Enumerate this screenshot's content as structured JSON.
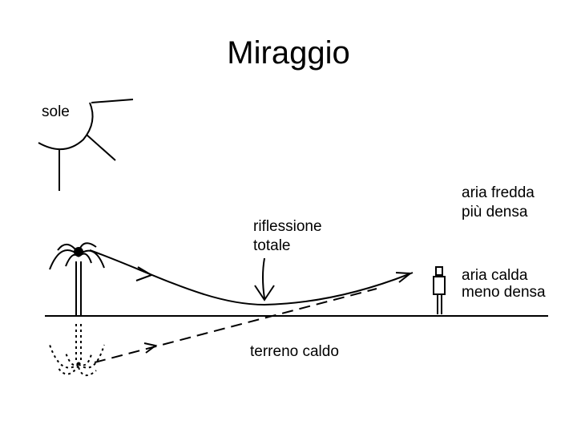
{
  "title": "Miraggio",
  "labels": {
    "sun": "sole",
    "reflection_line1": "riflessione",
    "reflection_line2": "totale",
    "cold_air_line1": "aria fredda",
    "cold_air_line2": "più densa",
    "warm_air_line1": "aria calda",
    "warm_air_line2": "meno densa",
    "ground": "terreno caldo"
  },
  "colors": {
    "ink": "#000000",
    "background": "#ffffff"
  }
}
